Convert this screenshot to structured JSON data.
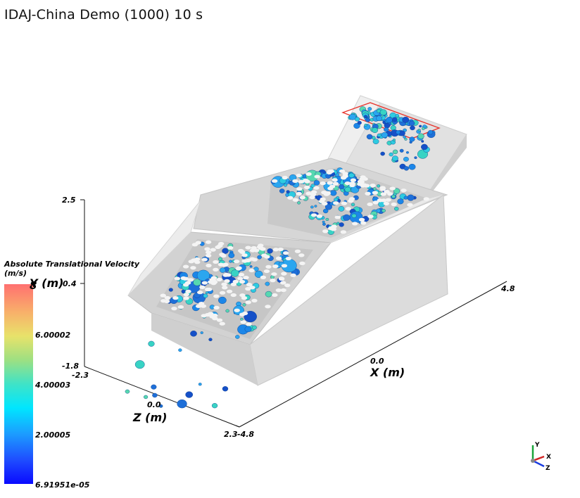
{
  "title": "IDAJ-China Demo (1000) 10 s",
  "axes": {
    "y": {
      "title": "Y (m)",
      "ticks": [
        "2.5",
        "0.4",
        "-1.8"
      ]
    },
    "z": {
      "title": "Z (m)",
      "ticks": [
        "-2.3",
        "0.0",
        "2.3"
      ]
    },
    "x": {
      "title": "X (m)",
      "ticks": [
        "-4.8",
        "0.0",
        "4.8"
      ]
    }
  },
  "colorbar": {
    "title_line1": "Absolute Translational Velocity",
    "title_line2": "(m/s)",
    "labels": [
      "8",
      "6.00002",
      "4.00003",
      "2.00005",
      "6.91951e-05"
    ]
  },
  "orientation": {
    "y": "Y",
    "x": "X",
    "z": "Z"
  },
  "colors": {
    "frame": "#e3e3e3",
    "selection_box": "#e8322a",
    "particle_blue": "#1e6fd8",
    "particle_cyan": "#2ecbe0"
  }
}
